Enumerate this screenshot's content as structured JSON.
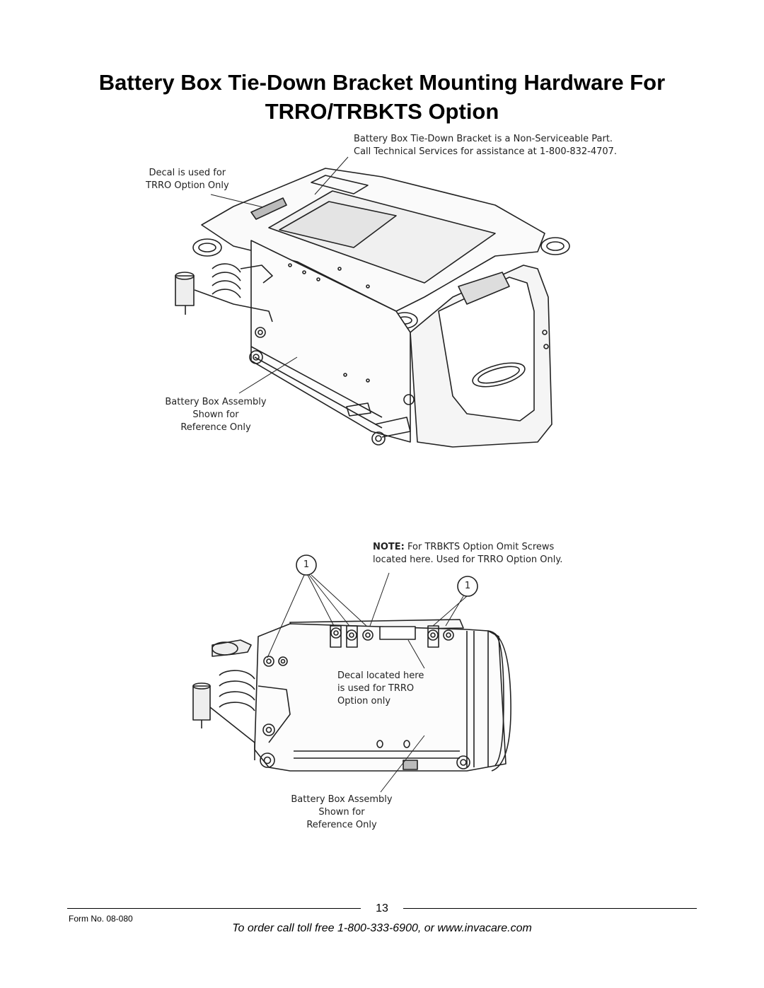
{
  "title": {
    "line1": "Battery Box Tie-Down Bracket Mounting Hardware For",
    "line2": "TRRO/TRBKTS Option"
  },
  "figure1": {
    "callout_bracket_line1": "Battery Box Tie-Down Bracket is a Non-Serviceable Part.",
    "callout_bracket_line2": "Call Technical Services for assistance at 1-800-832-4707.",
    "callout_decal_line1": "Decal is used for",
    "callout_decal_line2": "TRRO Option Only",
    "callout_assembly_line1": "Battery Box Assembly",
    "callout_assembly_line2": "Shown for",
    "callout_assembly_line3": "Reference Only"
  },
  "figure2": {
    "note_label": "NOTE:",
    "note_line1": "For TRBKTS Option Omit Screws",
    "note_line2": "located here. Used for TRRO Option Only.",
    "item_number": "1",
    "callout_decal_line1": "Decal located here",
    "callout_decal_line2": "is used for TRRO",
    "callout_decal_line3": "Option only",
    "callout_assembly_line1": "Battery Box Assembly",
    "callout_assembly_line2": "Shown for",
    "callout_assembly_line3": "Reference Only"
  },
  "footer": {
    "page_number": "13",
    "form_number": "Form No.  08-080",
    "order_text": "To order call toll free 1-800-333-6900, or www.invacare.com"
  }
}
